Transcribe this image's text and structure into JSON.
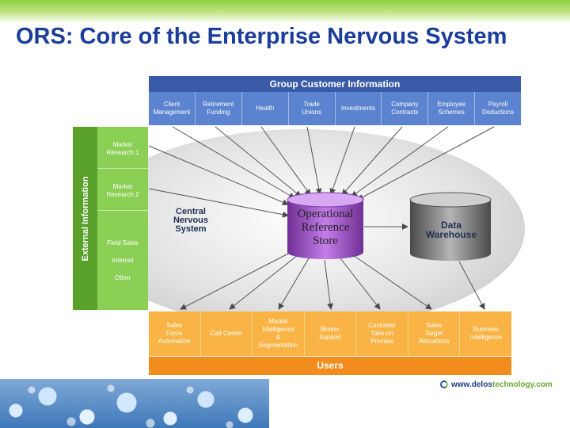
{
  "slide": {
    "title": "ORS:  Core of the Enterprise Nervous System"
  },
  "diagram": {
    "group_header": "Group Customer Information",
    "group_items": [
      "Client\nManagement",
      "Retirement\nFunding",
      "Health",
      "Trade\nUnions",
      "Investments",
      "Company\nContracts",
      "Employee\nSchemes",
      "Payroll\nDeductions"
    ],
    "external_label": "External Information",
    "external_items": [
      "Market\nResearch 1",
      "Market\nResearch 2",
      "Field Sales",
      "Internet",
      "Other"
    ],
    "center_label": "Central\nNervous\nSystem",
    "ors_label": "Operational\nReference\nStore",
    "warehouse_label": "Data\nWarehouse",
    "user_items": [
      "Sales\nForce\nAutomation",
      "Call Center",
      "Market\nIntelligence\n&\nSegmentation",
      "Broker\nSupport",
      "Customer\nTake-on\nProcess",
      "Sales\nTarget\nAllocations",
      "Business\nIntelligence"
    ],
    "users_header": "Users",
    "colors": {
      "group_header": "#3a5ba8",
      "group_cells": "#5b83cf",
      "external": "#8bcf55",
      "users_cells": "#f9b445",
      "users_header": "#f28c1c",
      "ors_cylinder": "#a05cc8",
      "warehouse_cylinder": "#6f6f6f"
    }
  },
  "footer": {
    "url_prefix": "www.delos",
    "url_suffix": "technology.com",
    "logo_icon": "delos-logo-icon"
  }
}
